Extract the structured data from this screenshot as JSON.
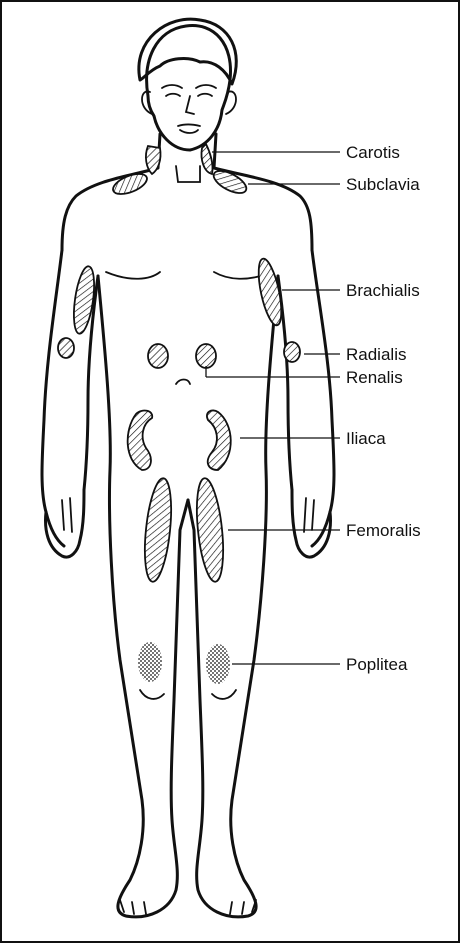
{
  "labels": {
    "carotis": "Carotis",
    "subclavia": "Subclavia",
    "brachialis": "Brachialis",
    "radialis": "Radialis",
    "renalis": "Renalis",
    "iliaca": "Iliaca",
    "femoralis": "Femoralis",
    "poplitea": "Poplitea"
  },
  "colors": {
    "line": "#111111",
    "background": "#ffffff"
  },
  "patterns": {
    "hatched": "diagonal-hatch",
    "stippled": "dots"
  }
}
